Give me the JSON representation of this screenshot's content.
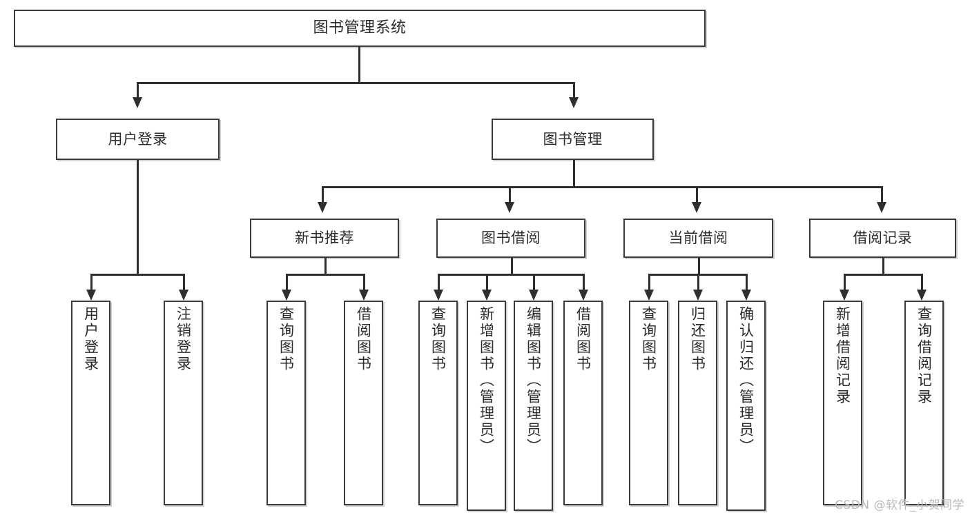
{
  "diagram": {
    "title": "图书管理系统",
    "watermark": "CSDN @软件_小贺同学",
    "nodes": {
      "root": {
        "label": "图书管理系统"
      },
      "level2": [
        {
          "id": "user-login",
          "label": "用户登录"
        },
        {
          "id": "book-manage",
          "label": "图书管理"
        }
      ],
      "level3": [
        {
          "id": "new-book-recommend",
          "label": "新书推荐"
        },
        {
          "id": "book-borrow",
          "label": "图书借阅"
        },
        {
          "id": "current-borrow",
          "label": "当前借阅"
        },
        {
          "id": "borrow-record",
          "label": "借阅记录"
        }
      ],
      "leaves": {
        "user_login": [
          {
            "id": "leaf-user-login",
            "label": "用户登录"
          },
          {
            "id": "leaf-logout-login",
            "label": "注销登录"
          }
        ],
        "new_book_recommend": [
          {
            "id": "leaf-query-book-1",
            "label": "查询图书"
          },
          {
            "id": "leaf-borrow-book-1",
            "label": "借阅图书"
          }
        ],
        "book_borrow": [
          {
            "id": "leaf-query-book-2",
            "label": "查询图书"
          },
          {
            "id": "leaf-add-book-admin",
            "label": "新增图书（管理员）"
          },
          {
            "id": "leaf-edit-book-admin",
            "label": "编辑图书（管理员）"
          },
          {
            "id": "leaf-borrow-book-2",
            "label": "借阅图书"
          }
        ],
        "current_borrow": [
          {
            "id": "leaf-query-book-3",
            "label": "查询图书"
          },
          {
            "id": "leaf-return-book",
            "label": "归还图书"
          },
          {
            "id": "leaf-confirm-return-admin",
            "label": "确认归还（管理员）"
          }
        ],
        "borrow_record": [
          {
            "id": "leaf-add-borrow-record",
            "label": "新增借阅记录"
          },
          {
            "id": "leaf-query-borrow-record",
            "label": "查询借阅记录"
          }
        ]
      }
    },
    "colors": {
      "stroke": "#3a3a3a",
      "background": "#ffffff",
      "text": "#2b2b2b",
      "watermark": "#b9b9b9"
    }
  }
}
